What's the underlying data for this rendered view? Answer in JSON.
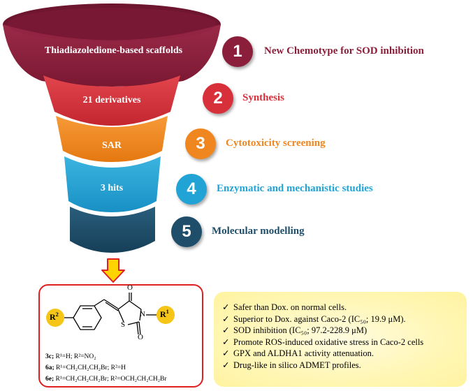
{
  "funnel": {
    "stages": [
      {
        "label": "Thiadiazoledione-based scaffolds",
        "color": "#8b1f3b"
      },
      {
        "label": "21 derivatives",
        "color": "#d7303a"
      },
      {
        "label": "SAR",
        "color": "#f0861f"
      },
      {
        "label": "3 hits",
        "color": "#22a3d6"
      },
      {
        "label": "",
        "color": "#1f4e6a"
      }
    ]
  },
  "steps": [
    {
      "number": "1",
      "label": "New Chemotype for SOD inhibition",
      "color": "#8b1f3b"
    },
    {
      "number": "2",
      "label": "Synthesis",
      "color": "#d7303a"
    },
    {
      "number": "3",
      "label": "Cytotoxicity screening",
      "color": "#f0861f"
    },
    {
      "number": "4",
      "label": "Enzymatic and mechanistic studies",
      "color": "#22a3d6"
    },
    {
      "number": "5",
      "label": "Molecular modelling",
      "color": "#1f4e6a"
    }
  ],
  "structure": {
    "atoms": {
      "r2": "R",
      "r2_sup": "2",
      "r1": "R",
      "r1_sup": "1",
      "o_top": "O",
      "o_bottom": "O",
      "n": "N",
      "s": "S"
    }
  },
  "compounds": [
    {
      "id": "3c;",
      "desc": "R¹=H;  R²=NO₂"
    },
    {
      "id": "6a;",
      "desc": "R¹=CH₂CH₂CH₂Br;  R²=H"
    },
    {
      "id": "6e;",
      "desc": "R¹=CH₂CH₂CH₂Br;  R²=OCH₂CH₂CH₂Br"
    }
  ],
  "findings": {
    "check": "✓",
    "items": [
      "Safer than Dox. on normal cells.",
      "Superior to Dox. against Caco-2 (IC₅₀; 19.9 μM).",
      "SOD inhibition (IC₅₀; 97.2-228.9 μM)",
      "Promote ROS-induced oxidative stress in Caco-2 cells",
      "GPX and ALDHA1 activity attenuation.",
      "Drug-like in silico ADMET profiles."
    ]
  },
  "colors": {
    "arrow_fill": "#ffd400",
    "arrow_stroke": "#e02020",
    "box_border": "#e02020",
    "yellow_circle": "#f5c518"
  }
}
